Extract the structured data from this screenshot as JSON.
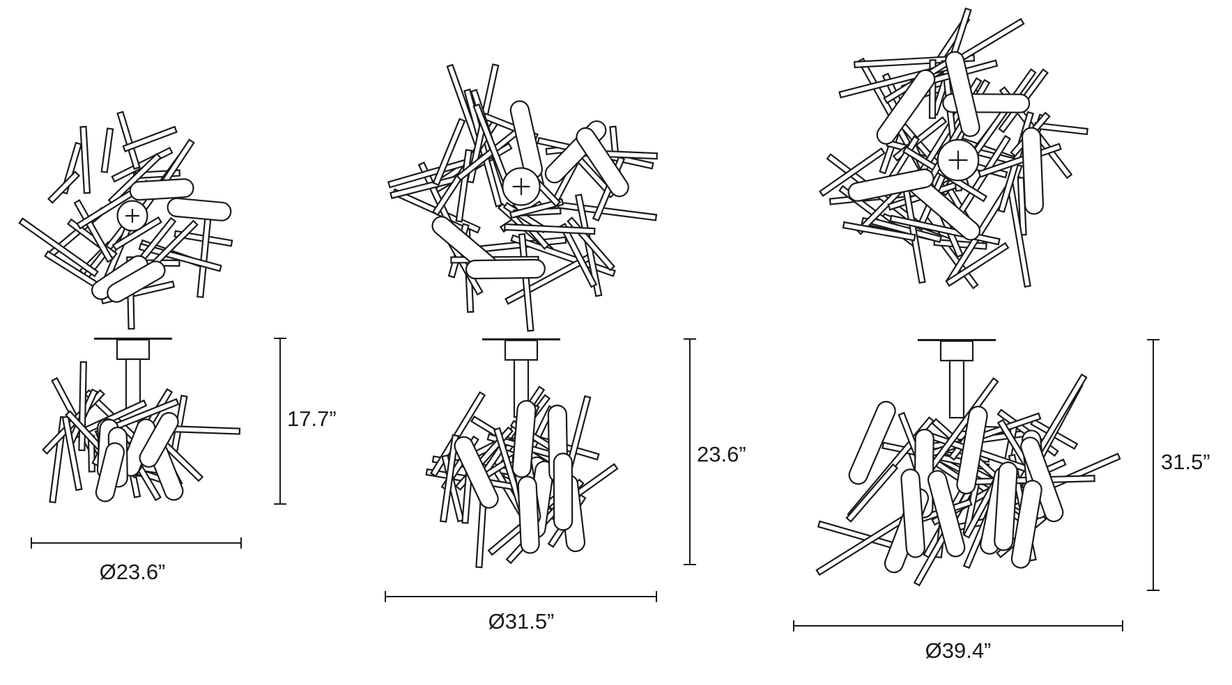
{
  "fixtures": [
    {
      "size": "small",
      "height_label": "17.7”",
      "diameter_label": "Ø23.6”"
    },
    {
      "size": "medium",
      "height_label": "23.6”",
      "diameter_label": "Ø31.5”"
    },
    {
      "size": "large",
      "height_label": "31.5”",
      "diameter_label": "Ø39.4”"
    }
  ],
  "colors": {
    "line": "#1a1a1a",
    "fill": "#ffffff",
    "background": "#ffffff"
  }
}
